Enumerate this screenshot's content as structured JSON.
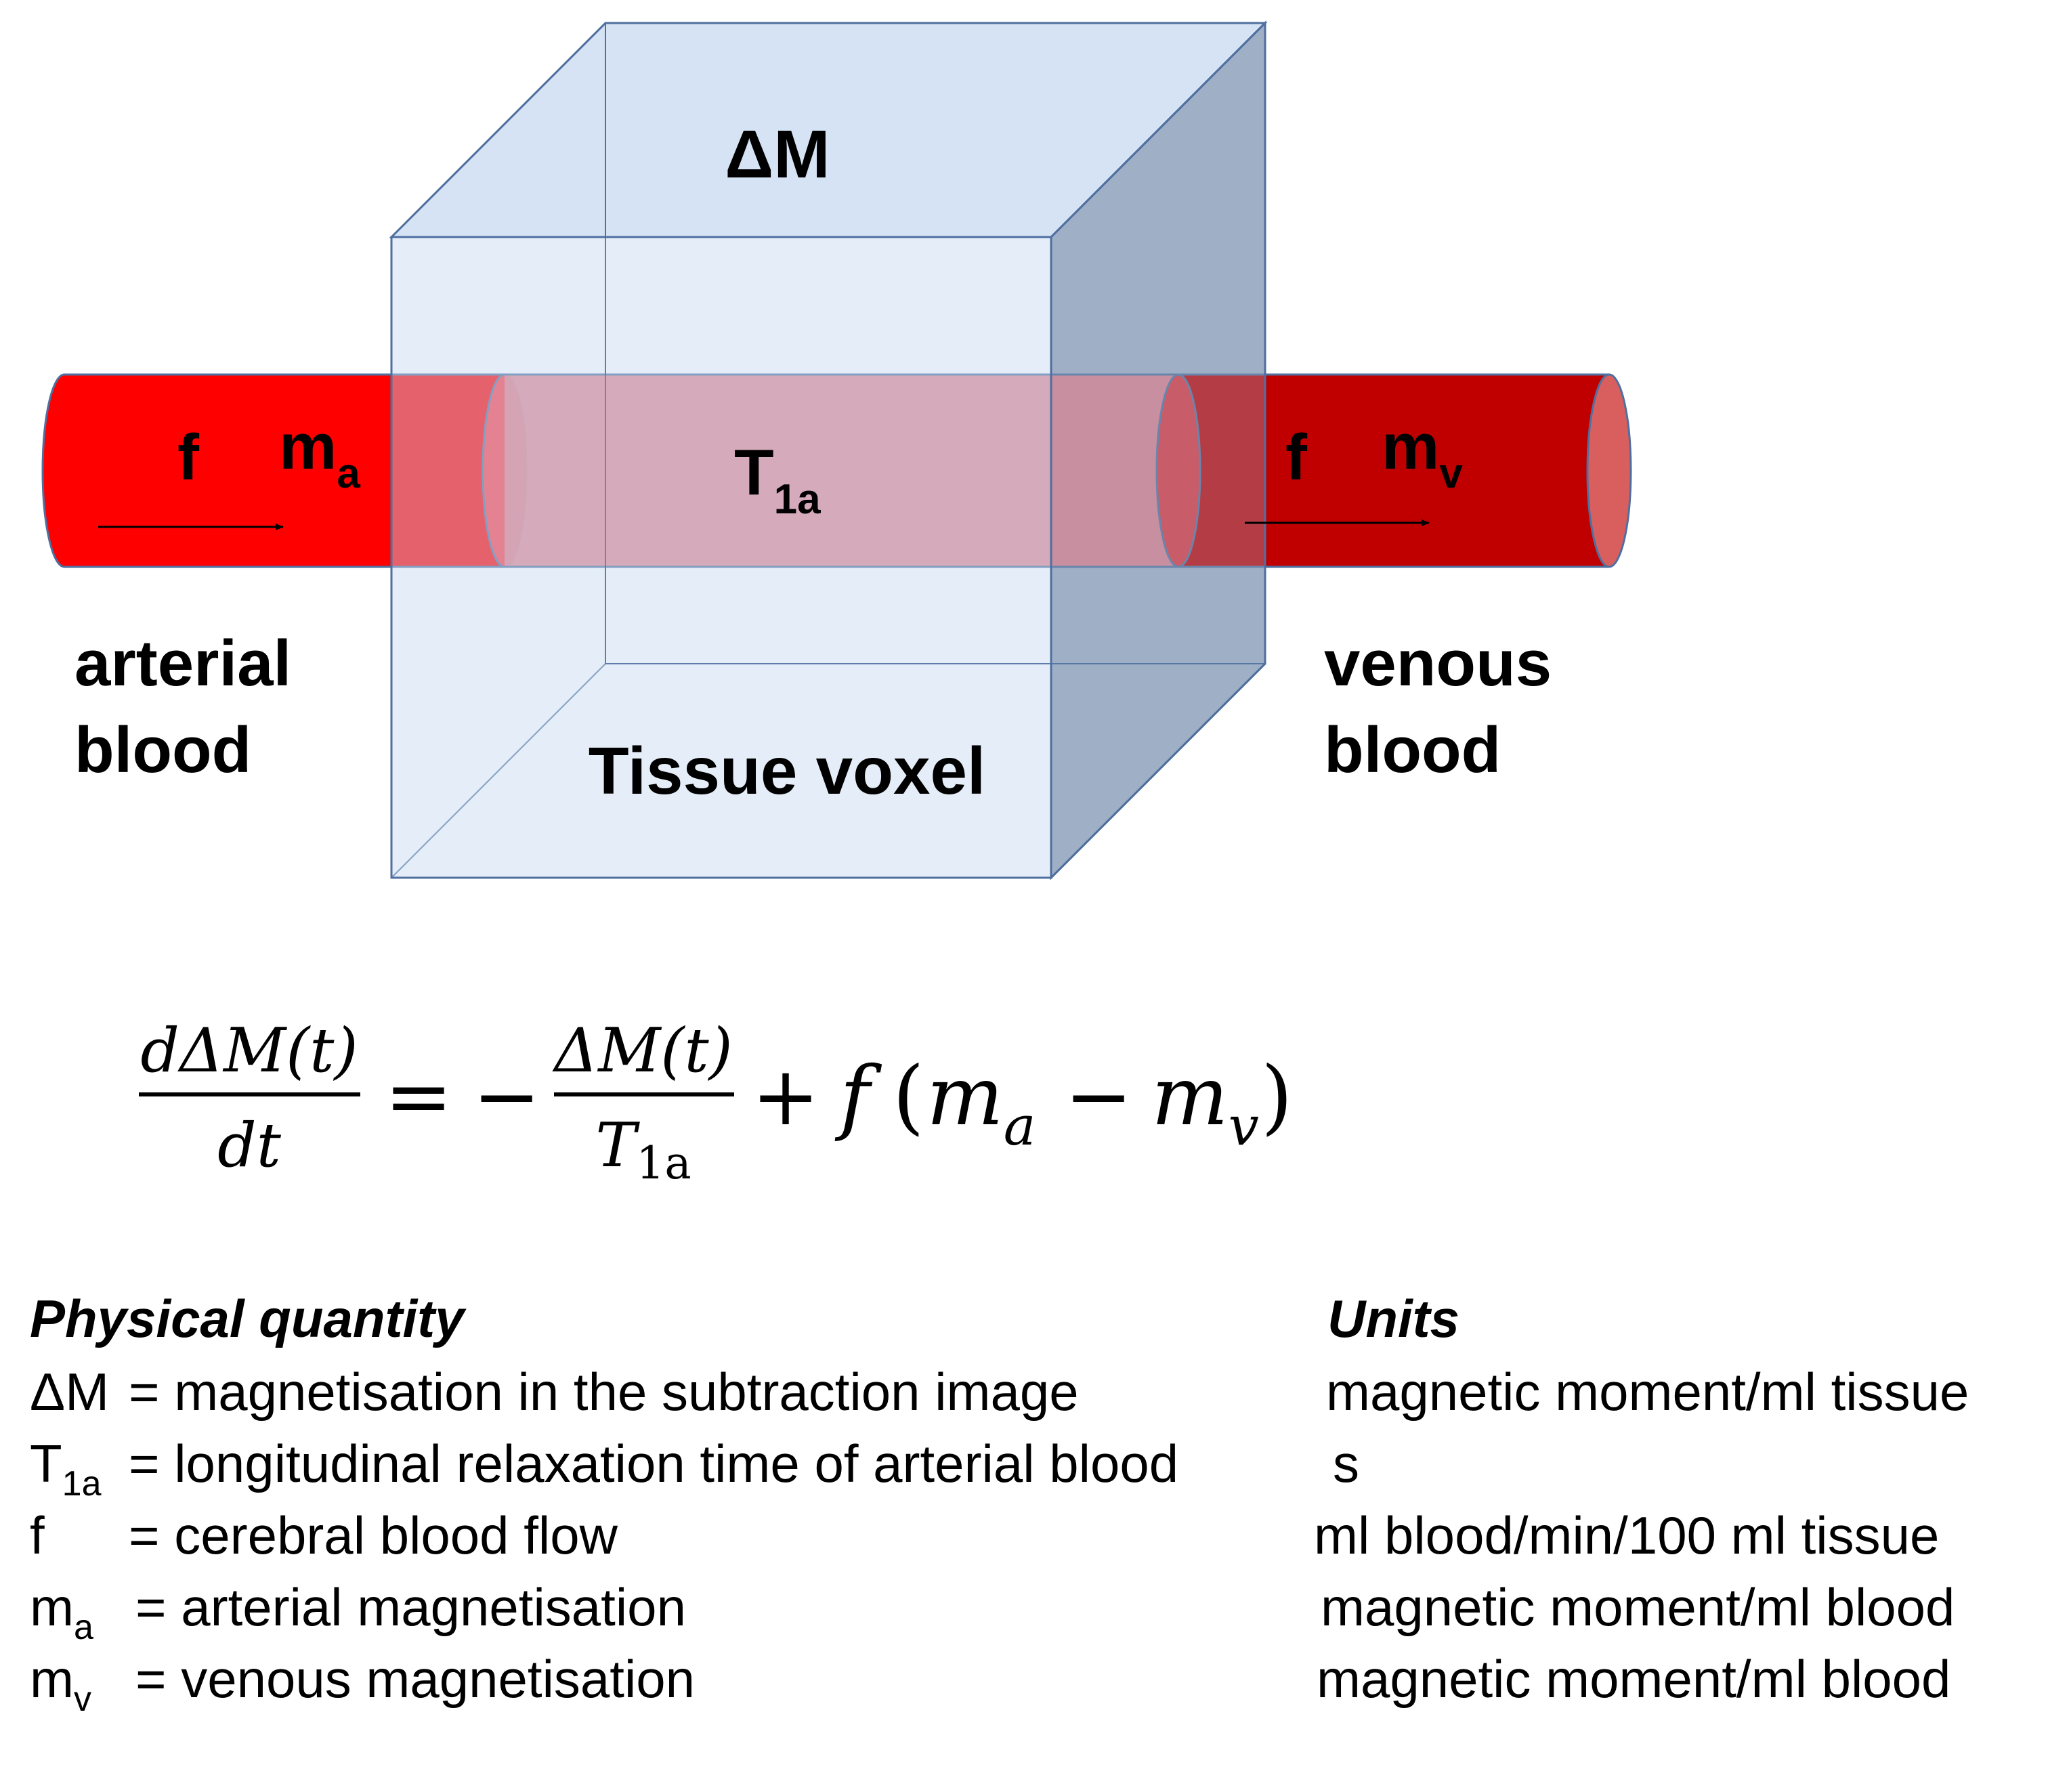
{
  "diagram": {
    "box_top_label": "ΔM",
    "box_bottom_label": "Tissue voxel",
    "arterial": {
      "f": "f",
      "m": "m",
      "m_sub": "a",
      "label_line1": "arterial",
      "label_line2": "blood"
    },
    "middle": {
      "T": "T",
      "T_sub": "1a"
    },
    "venous": {
      "f": "f",
      "m": "m",
      "m_sub": "v",
      "label_line1": "venous",
      "label_line2": "blood"
    },
    "colors": {
      "artery": "#ff0000",
      "vein": "#c00000",
      "capillary": "#e07c88",
      "box_front": "#c6d9f0",
      "box_top": "#d5e3f5",
      "box_side": "#9eafc6",
      "box_edge": "#4f6f9f"
    }
  },
  "equation": {
    "num_left": "dΔM(t)",
    "den_left": "dt",
    "equals": "=",
    "minus": "−",
    "num_mid": "ΔM(t)",
    "den_mid_T": "T",
    "den_mid_sub": "1a",
    "plus": "+",
    "f": "f",
    "open": "(",
    "m1": "m",
    "m1_sub": "a",
    "minus2": "−",
    "m2": "m",
    "m2_sub": "v",
    "close": ")"
  },
  "legend": {
    "header_quantity": "Physical quantity",
    "header_units": "Units",
    "rows": [
      {
        "symbol": "ΔM",
        "symbol_sub": "",
        "description": "= magnetisation in the subtraction image",
        "units": "magnetic moment/ml tissue"
      },
      {
        "symbol": "T",
        "symbol_sub": "1a",
        "description": "= longitudinal relaxation time of arterial blood",
        "units": "s"
      },
      {
        "symbol": "f",
        "symbol_sub": "",
        "description": "= cerebral blood flow",
        "units": "ml blood/min/100 ml tissue"
      },
      {
        "symbol": "m",
        "symbol_sub": "a",
        "description": "= arterial magnetisation",
        "units": "magnetic moment/ml blood"
      },
      {
        "symbol": "m",
        "symbol_sub": "v",
        "description": "= venous magnetisation",
        "units": "magnetic moment/ml blood"
      }
    ]
  }
}
